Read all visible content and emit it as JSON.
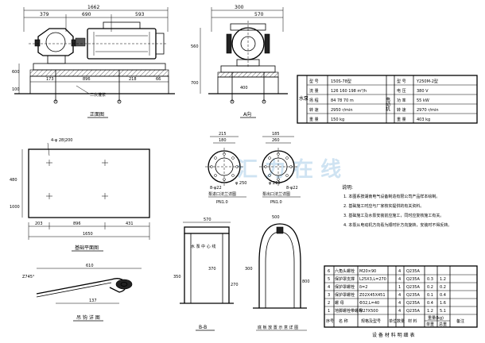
{
  "views": {
    "front": {
      "title": "正面图",
      "dims_top": [
        "1662",
        "379",
        "690",
        "593"
      ],
      "dims_bottom": [
        "173",
        "896",
        "218",
        "66"
      ],
      "left_dims": [
        "600",
        "100"
      ],
      "note": "二次灌浆"
    },
    "side": {
      "title": "A向",
      "dims_top": [
        "300",
        "570"
      ],
      "dims_side": [
        "560",
        "700"
      ],
      "mid_label": "400"
    },
    "foundation": {
      "title": "基础平面图",
      "bolt_label": "4-φ 28|200",
      "dims": [
        "203",
        "896",
        "431",
        "1650"
      ],
      "side_dims": [
        "480",
        "1000"
      ]
    },
    "inlet": {
      "title": "泵进口法兰详图",
      "dims": [
        "215",
        "180"
      ],
      "sub": [
        "φ 250",
        "8-φ22"
      ],
      "pn": "PN1.0"
    },
    "outlet": {
      "title": "泵出口法兰详图",
      "dims": [
        "185",
        "260"
      ],
      "sub": [
        "φ 210",
        "8-φ22"
      ],
      "pn": "PN1.0"
    },
    "hook": {
      "title": "吊 钩 详 图",
      "dims": [
        "610",
        "Z745°",
        "137"
      ]
    },
    "frame": {
      "title": "水 泵 中 心 线",
      "view_label": "B-B",
      "dims": [
        "570",
        "370",
        "350",
        "270"
      ]
    },
    "bracket": {
      "title": "底 板 放 置 示 意 详 图",
      "dims": [
        "500",
        "300",
        "800"
      ]
    }
  },
  "spec_table": {
    "row_head_left": "水泵",
    "row_head_right": "电动机",
    "rows": [
      {
        "k1": "型  号",
        "v1": "150S-78型",
        "k2": "型  号",
        "v2": "Y250M-2型"
      },
      {
        "k1": "流  量",
        "v1": "126 160 198 m³/h",
        "k2": "电  压",
        "v2": "380 V"
      },
      {
        "k1": "扬  程",
        "v1": "84 78 70 m",
        "k2": "功  率",
        "v2": "55 kW"
      },
      {
        "k1": "转  速",
        "v1": "2950 r/min",
        "k2": "转  速",
        "v2": "2970 r/min"
      },
      {
        "k1": "重  量",
        "v1": "150 kg",
        "k2": "重  量",
        "v2": "403 kg"
      }
    ]
  },
  "notes": {
    "heading": "说明:",
    "items": [
      "1. 本图系按湖南电气设备制造有限公司产品样本绘制。",
      "2. 基础施工时应与厂家核实提供的有关资料。",
      "3. 基础施工及水泵安装前应施工，同时应复核施工有关。",
      "4. 本泵从电动机方向看为顺时针方向旋转，安装时不得反转。"
    ]
  },
  "materials": {
    "title": "设 备 材 料 明 细 表",
    "headers": [
      "序号",
      "名  称",
      "规格及型号",
      "单位",
      "数量",
      "材  料",
      "单重",
      "总重",
      "备注"
    ],
    "weight_head": "重量(kg)",
    "rows": [
      [
        "6",
        "六角头螺栓",
        "M20×90",
        "",
        "4",
        "Q235A",
        "",
        "",
        ""
      ],
      [
        "5",
        "保护罩支撑",
        "L25X3,L=270",
        "",
        "4",
        "Q235A",
        "0.3",
        "1.2",
        ""
      ],
      [
        "4",
        "保护罩螺栓",
        "δ=2",
        "",
        "1",
        "Q235A",
        "0.2",
        "0.2",
        ""
      ],
      [
        "3",
        "保护罩螺栓",
        "Z02X45X451",
        "",
        "4",
        "Q235A",
        "0.1",
        "0.4",
        ""
      ],
      [
        "2",
        "螺  母",
        "Φ32,L=40",
        "",
        "4",
        "Q235A",
        "0.4",
        "1.6",
        ""
      ],
      [
        "1",
        "地脚螺栓带螺母",
        "M27X500",
        "",
        "4",
        "Q235A",
        "1.2",
        "5.1",
        ""
      ]
    ]
  },
  "watermark": "汇 力 在 线"
}
